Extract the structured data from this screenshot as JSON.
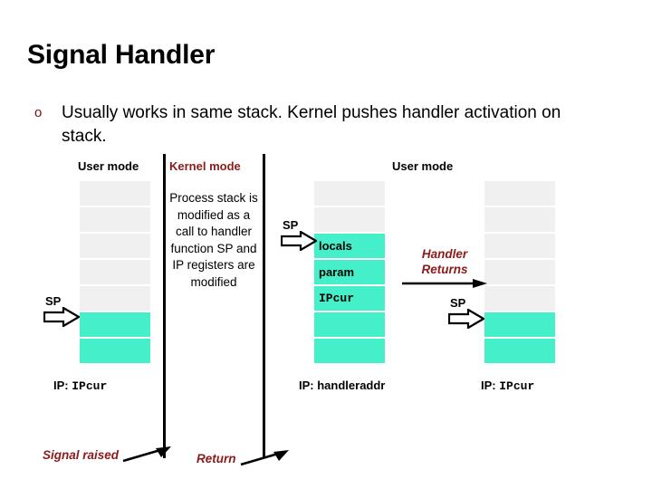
{
  "slide": {
    "title": "Signal Handler",
    "bullet": {
      "marker": "circle-outline-bullet",
      "marker_glyph": "o",
      "text": "Usually works in same stack. Kernel pushes handler activation on stack."
    }
  },
  "colors": {
    "accent_red": "#8b1a1a",
    "bullet_red": "#7b1010",
    "stack_filled": "#45efca",
    "stack_empty": "#f0f0f0",
    "text_black": "#000000",
    "background": "#ffffff"
  },
  "diagram": {
    "mode_labels": {
      "user_mode_left": "User mode",
      "kernel_mode": "Kernel mode",
      "user_mode_right": "User mode"
    },
    "kernel_text": "Process stack is modified as a call to handler function SP and IP registers are modified",
    "stacks": [
      {
        "id": "stack-left",
        "name": "user-stack-before",
        "cells": [
          {
            "label": "",
            "state": "empty"
          },
          {
            "label": "",
            "state": "empty"
          },
          {
            "label": "",
            "state": "empty"
          },
          {
            "label": "",
            "state": "empty"
          },
          {
            "label": "",
            "state": "empty"
          },
          {
            "label": "",
            "state": "filled"
          },
          {
            "label": "",
            "state": "filled"
          }
        ],
        "ip_label_prefix": "IP: ",
        "ip_label_value": "IPcur",
        "sp_label": "SP"
      },
      {
        "id": "stack-middle",
        "name": "kernel-modified-stack",
        "cells": [
          {
            "label": "",
            "state": "empty"
          },
          {
            "label": "",
            "state": "empty"
          },
          {
            "label": "locals",
            "state": "filled"
          },
          {
            "label": "param",
            "state": "filled"
          },
          {
            "label": "IPcur",
            "state": "filled",
            "mono": true
          },
          {
            "label": "",
            "state": "filled"
          },
          {
            "label": "",
            "state": "filled"
          }
        ],
        "ip_label_prefix": "IP: ",
        "ip_label_value": "handleraddr",
        "sp_label": "SP"
      },
      {
        "id": "stack-right",
        "name": "user-stack-after",
        "cells": [
          {
            "label": "",
            "state": "empty"
          },
          {
            "label": "",
            "state": "empty"
          },
          {
            "label": "",
            "state": "empty"
          },
          {
            "label": "",
            "state": "empty"
          },
          {
            "label": "",
            "state": "empty"
          },
          {
            "label": "",
            "state": "filled"
          },
          {
            "label": "",
            "state": "filled"
          }
        ],
        "ip_label_prefix": "IP: ",
        "ip_label_value": "IPcur",
        "sp_label": "SP"
      }
    ],
    "annotations": {
      "handler_returns_line1": "Handler",
      "handler_returns_line2": "Returns",
      "signal_raised": "Signal raised",
      "return": "Return"
    }
  }
}
